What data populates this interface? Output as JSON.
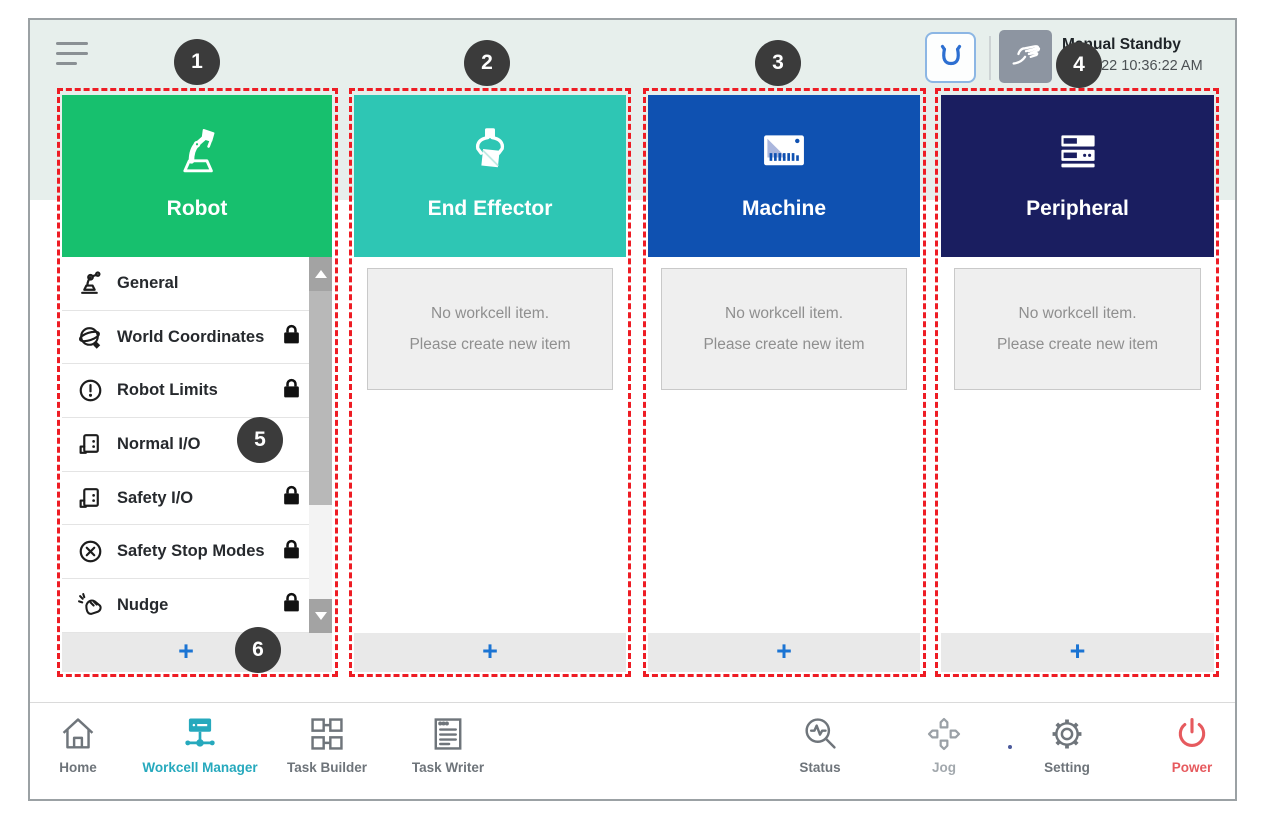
{
  "topbar": {
    "mode_status": "Manual Standby",
    "datetime": "2.22 10:36:22 AM"
  },
  "annotations": [
    "1",
    "2",
    "3",
    "4",
    "5",
    "6"
  ],
  "columns": [
    {
      "title": "Robot",
      "color": "#17c06e",
      "icon": "robot-arm-icon"
    },
    {
      "title": "End Effector",
      "color": "#2ec6b4",
      "icon": "gripper-icon"
    },
    {
      "title": "Machine",
      "color": "#0f51b1",
      "icon": "machine-icon"
    },
    {
      "title": "Peripheral",
      "color": "#1a1e60",
      "icon": "server-rack-icon"
    }
  ],
  "robot_menu": [
    {
      "label": "General",
      "locked": false,
      "icon": "robot-arm-icon"
    },
    {
      "label": "World Coordinates",
      "locked": true,
      "icon": "globe-icon"
    },
    {
      "label": "Robot Limits",
      "locked": true,
      "icon": "exclamation-circle-icon"
    },
    {
      "label": "Normal I/O",
      "locked": false,
      "icon": "io-connector-icon"
    },
    {
      "label": "Safety I/O",
      "locked": true,
      "icon": "io-connector-icon"
    },
    {
      "label": "Safety Stop Modes",
      "locked": true,
      "icon": "x-circle-icon"
    },
    {
      "label": "Nudge",
      "locked": true,
      "icon": "nudge-hand-icon"
    }
  ],
  "empty_state": {
    "line1": "No workcell item.",
    "line2": "Please create new item"
  },
  "actions": {
    "add": "+"
  },
  "nav": [
    {
      "label": "Home",
      "icon": "home-icon",
      "state": "normal"
    },
    {
      "label": "Workcell Manager",
      "icon": "workcell-manager-icon",
      "state": "active"
    },
    {
      "label": "Task Builder",
      "icon": "task-builder-icon",
      "state": "normal"
    },
    {
      "label": "Task Writer",
      "icon": "task-writer-icon",
      "state": "normal"
    },
    {
      "label": "Status",
      "icon": "status-pulse-icon",
      "state": "normal"
    },
    {
      "label": "Jog",
      "icon": "jog-dpad-icon",
      "state": "dim"
    },
    {
      "label": "Setting",
      "icon": "gear-icon",
      "state": "normal"
    },
    {
      "label": "Power",
      "icon": "power-icon",
      "state": "power"
    }
  ],
  "colors": {
    "annotation_red": "#ee1c24",
    "callout_bg": "#3b3b3b",
    "add_blue": "#1b74d3",
    "active_nav_teal": "#26a9bd",
    "power_red": "#e65a5e",
    "topband": "#e7efec"
  }
}
